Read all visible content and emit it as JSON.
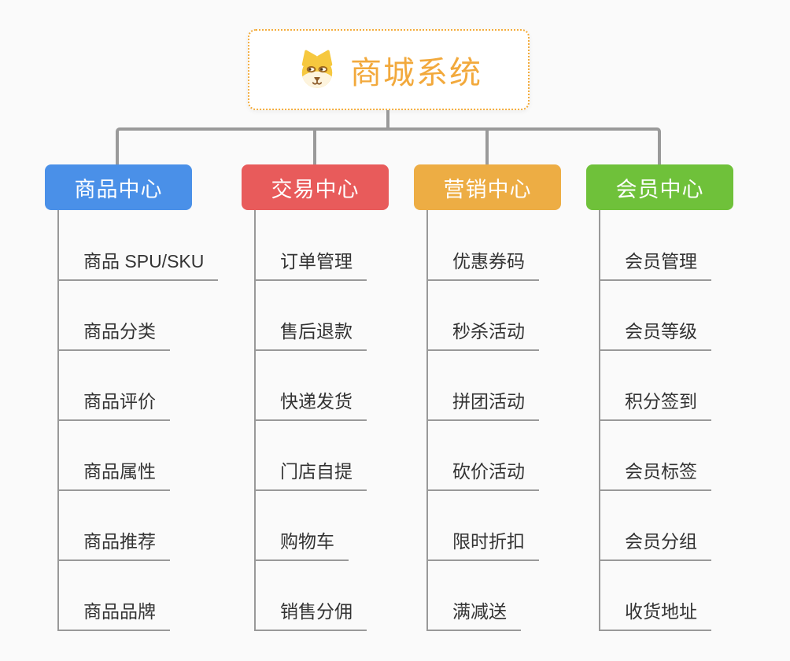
{
  "root": {
    "title": "商城系统",
    "icon": "dog-face-icon",
    "title_color": "#f2a93c",
    "border_color": "#f3ac3d"
  },
  "branches": [
    {
      "label": "商品中心",
      "color": "#4a90e8",
      "children": [
        "商品 SPU/SKU",
        "商品分类",
        "商品评价",
        "商品属性",
        "商品推荐",
        "商品品牌"
      ]
    },
    {
      "label": "交易中心",
      "color": "#e85b5b",
      "children": [
        "订单管理",
        "售后退款",
        "快递发货",
        "门店自提",
        "购物车",
        "销售分佣"
      ]
    },
    {
      "label": "营销中心",
      "color": "#edad44",
      "children": [
        "优惠券码",
        "秒杀活动",
        "拼团活动",
        "砍价活动",
        "限时折扣",
        "满减送"
      ]
    },
    {
      "label": "会员中心",
      "color": "#6fc13a",
      "children": [
        "会员管理",
        "会员等级",
        "积分签到",
        "会员标签",
        "会员分组",
        "收货地址"
      ]
    }
  ],
  "colors": {
    "background": "#fafafa",
    "connector": "#9a9a9a",
    "leaf_line": "#999999",
    "leaf_text": "#333333"
  }
}
